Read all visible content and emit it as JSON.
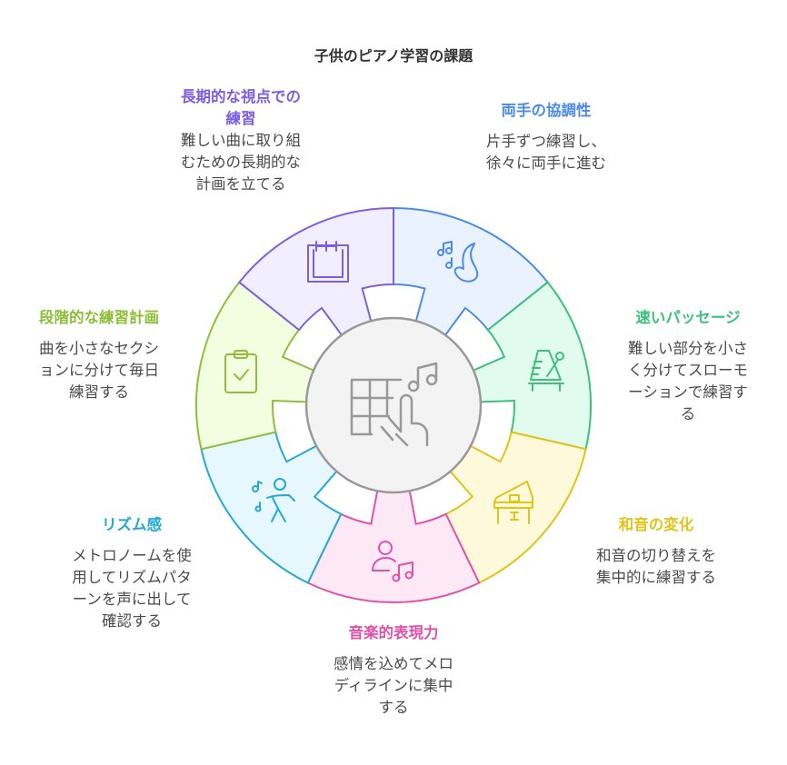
{
  "title": "子供のピアノ学習の課題",
  "segments": [
    {
      "key": "hands",
      "title": [
        "両手の協調性"
      ],
      "desc": [
        "片手ずつ練習し、",
        "徐々に両手に進む"
      ],
      "stroke": "#4a8be8",
      "fill": "#eaf2ff",
      "icon": "saxophone-music-icon"
    },
    {
      "key": "fast",
      "title": [
        "速いパッセージ"
      ],
      "desc": [
        "難しい部分を小さ",
        "く分けてスローモ",
        "ーションで練習す",
        "る"
      ],
      "stroke": "#3cc07a",
      "fill": "#e2fbef",
      "icon": "metronome-icon"
    },
    {
      "key": "chord",
      "title": [
        "和音の変化"
      ],
      "desc": [
        "和音の切り替えを",
        "集中的に練習する"
      ],
      "stroke": "#e0c41a",
      "fill": "#fef9da",
      "icon": "piano-icon"
    },
    {
      "key": "expr",
      "title": [
        "音楽的表現力"
      ],
      "desc": [
        "感情を込めてメロ",
        "ディラインに集中",
        "する"
      ],
      "stroke": "#e052a8",
      "fill": "#fde9f5",
      "icon": "singer-music-icon"
    },
    {
      "key": "rhythm",
      "title": [
        "リズム感"
      ],
      "desc": [
        "メトロノームを使",
        "用してリズムパタ",
        "ーンを声に出して",
        "確認する"
      ],
      "stroke": "#25a8d8",
      "fill": "#e6f7fd",
      "icon": "dancer-icon"
    },
    {
      "key": "plan",
      "title": [
        "段階的な練習計画"
      ],
      "desc": [
        "曲を小さなセクシ",
        "ョンに分けて毎日",
        "練習する"
      ],
      "stroke": "#8fbf3a",
      "fill": "#f3fde0",
      "icon": "clipboard-check-icon"
    },
    {
      "key": "long",
      "title": [
        "長期的な視点での",
        "練習"
      ],
      "desc": [
        "難しい曲に取り組",
        "むための長期的な",
        "計画を立てる"
      ],
      "stroke": "#7b5fe0",
      "fill": "#f1efff",
      "icon": "calendar-icon"
    }
  ],
  "center_icon": "piano-keys-hand-music-icon"
}
